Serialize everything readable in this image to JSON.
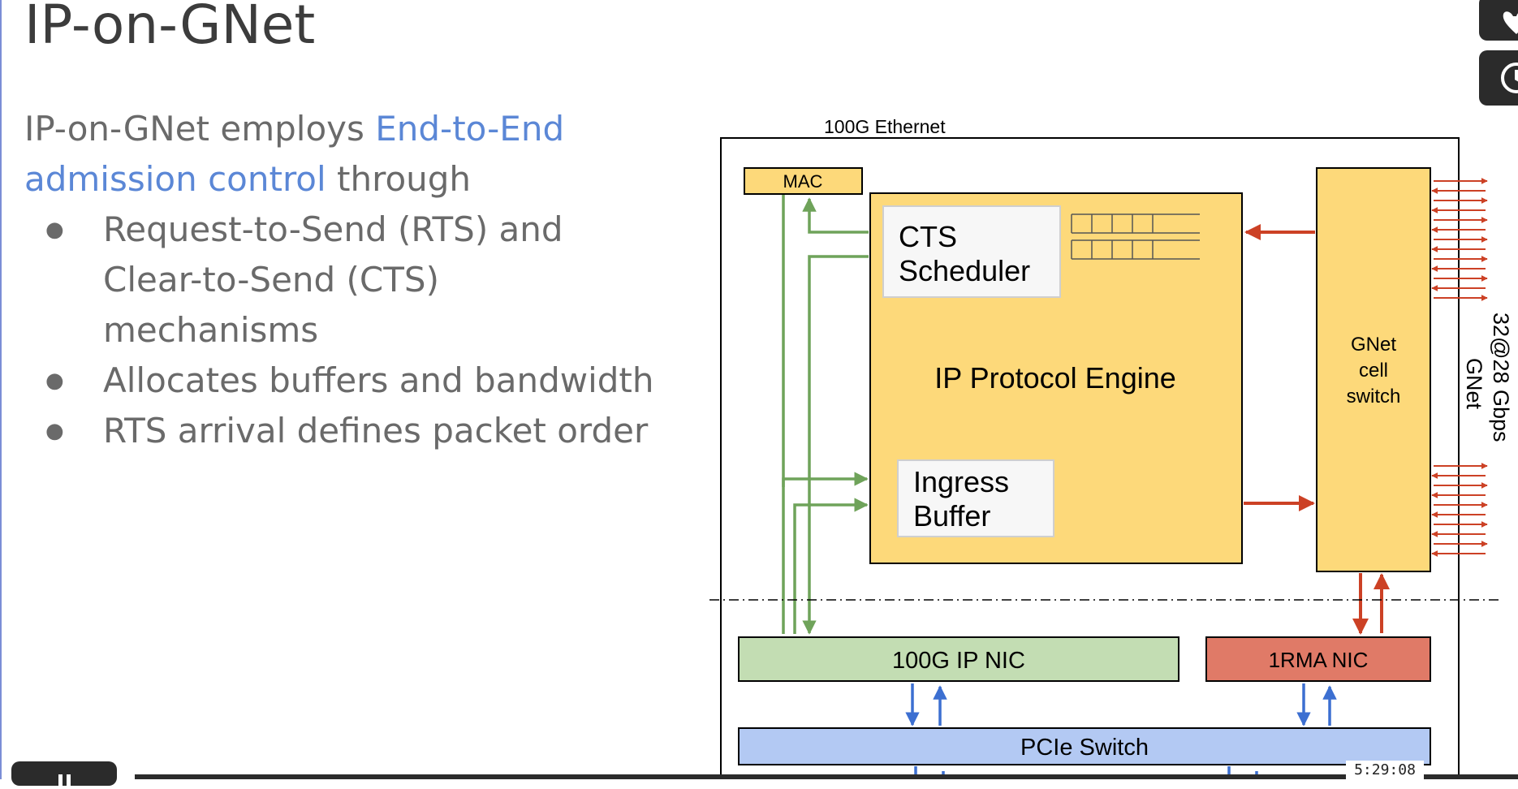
{
  "slide": {
    "title": "IP-on-GNet",
    "intro_before": "IP-on-GNet employs ",
    "intro_highlight": "End-to-End admission control",
    "intro_after": " through",
    "bullets": [
      "Request-to-Send (RTS) and Clear-to-Send (CTS) mechanisms",
      "Allocates buffers and bandwidth",
      "RTS arrival defines packet order"
    ]
  },
  "diagram": {
    "ethernet_label": "100G Ethernet",
    "mac_label": "MAC",
    "cts_line1": "CTS",
    "cts_line2": "Scheduler",
    "engine_label": "IP Protocol Engine",
    "ingress_line1": "Ingress",
    "ingress_line2": "Buffer",
    "gnet_line1": "GNet",
    "gnet_line2": "cell",
    "gnet_line3": "switch",
    "side_line1": "32@28 Gbps",
    "side_line2": "GNet",
    "ip_nic_label": "100G IP NIC",
    "rma_nic_label": "1RMA NIC",
    "pcie_label": "PCIe Switch",
    "colors": {
      "yellow": "#fdd97a",
      "green_arrow": "#6fa35a",
      "red_arrow": "#cc4125",
      "blue_arrow": "#3c6fd1",
      "nic_green": "#c3ddb3",
      "nic_red": "#e07a67",
      "pcie_blue": "#b3c9f3"
    }
  },
  "player": {
    "timestamp": "5:29:08",
    "heart_icon": "heart-icon",
    "clock_icon": "clock-icon",
    "play_icon": "pause-icon"
  }
}
